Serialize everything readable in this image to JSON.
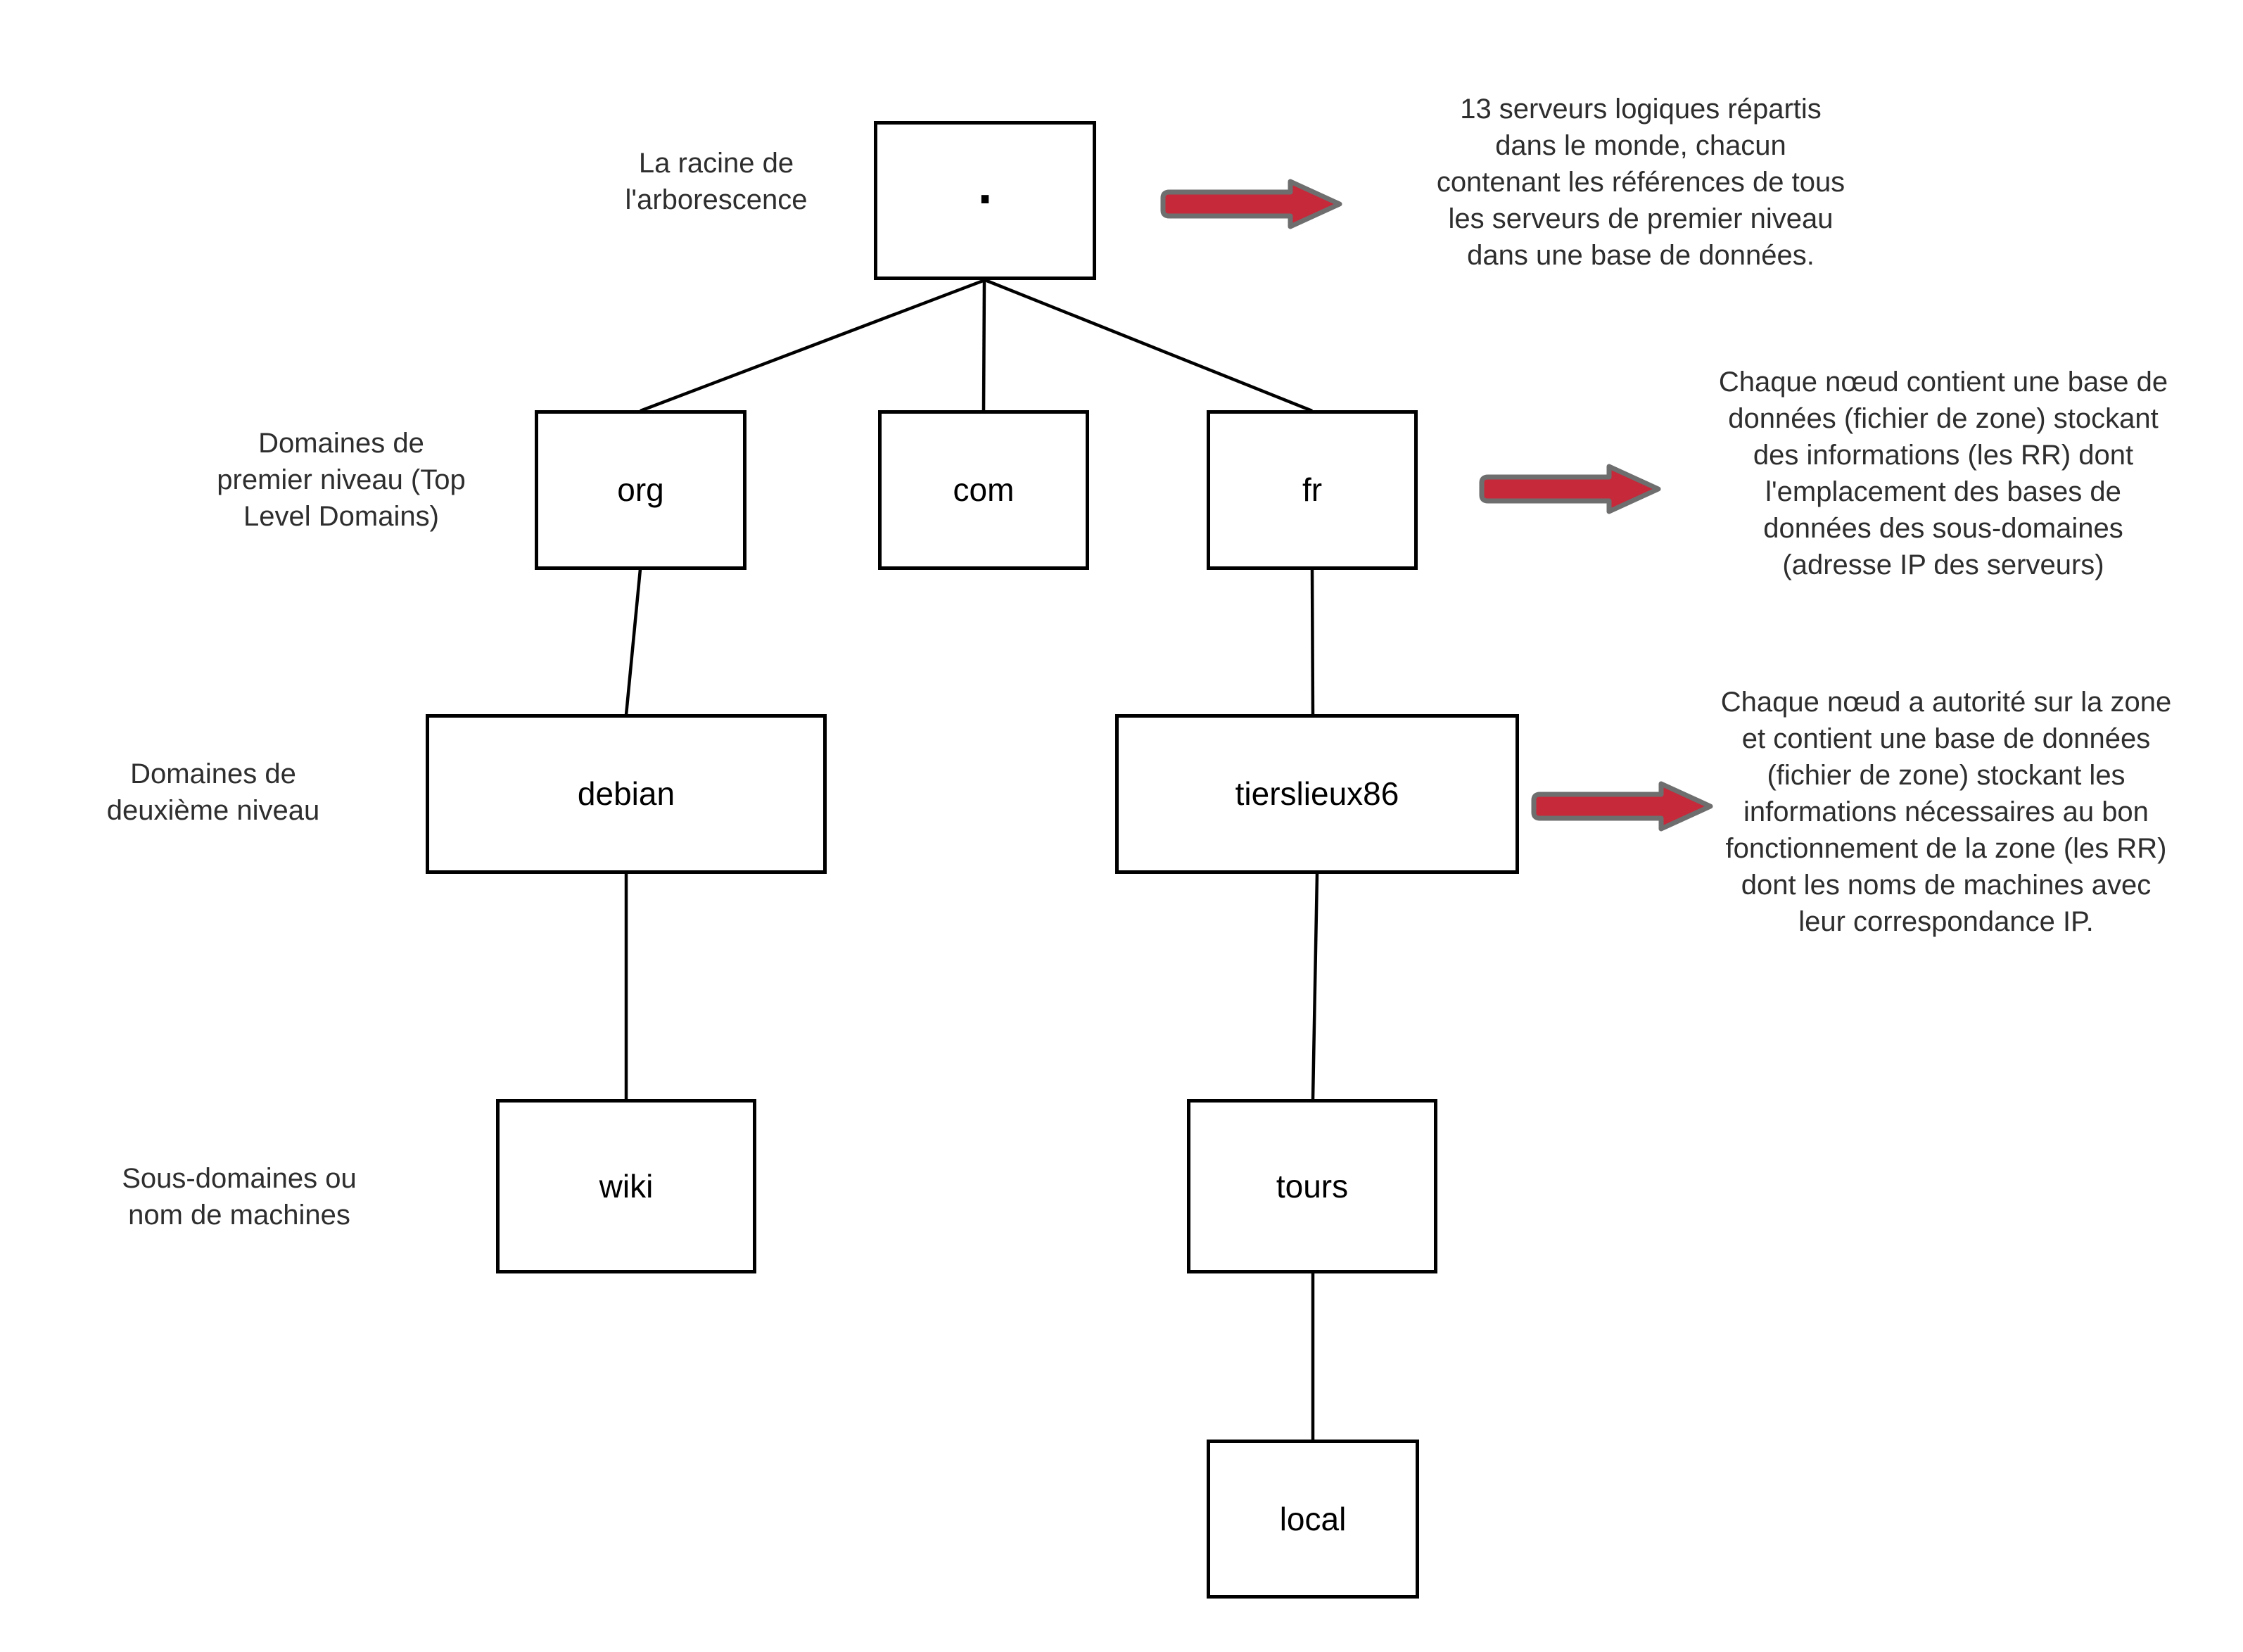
{
  "colors": {
    "background": "#ffffff",
    "box_border": "#000000",
    "line": "#000000",
    "text": "#2e2e2e",
    "node_text": "#000000",
    "arrow_fill": "#c5293a",
    "arrow_outline": "#6e6e6e"
  },
  "nodes": {
    "root": ".",
    "org": "org",
    "com": "com",
    "fr": "fr",
    "debian": "debian",
    "tierslieux86": "tierslieux86",
    "wiki": "wiki",
    "tours": "tours",
    "local": "local"
  },
  "level_labels": {
    "root": "La racine de\nl'arborescence",
    "tld": "Domaines de\npremier niveau (Top\nLevel Domains)",
    "second": "Domaines de\ndeuxième niveau",
    "sub": "Sous-domaines ou\nnom de machines"
  },
  "annotations": {
    "root_note": "13 serveurs logiques répartis\ndans le monde, chacun\ncontenant les références de tous\nles serveurs de premier niveau\ndans une base de données.",
    "tld_note": "Chaque nœud contient une base de\ndonnées (fichier de zone) stockant\ndes informations (les RR) dont\nl'emplacement des bases de\ndonnées des sous-domaines\n(adresse IP des serveurs)",
    "zone_note": "Chaque nœud a autorité sur la zone\net contient une base de données\n(fichier de zone) stockant les\ninformations nécessaires au bon\nfonctionnement de la zone (les RR)\ndont les noms de machines avec\nleur correspondance IP."
  }
}
